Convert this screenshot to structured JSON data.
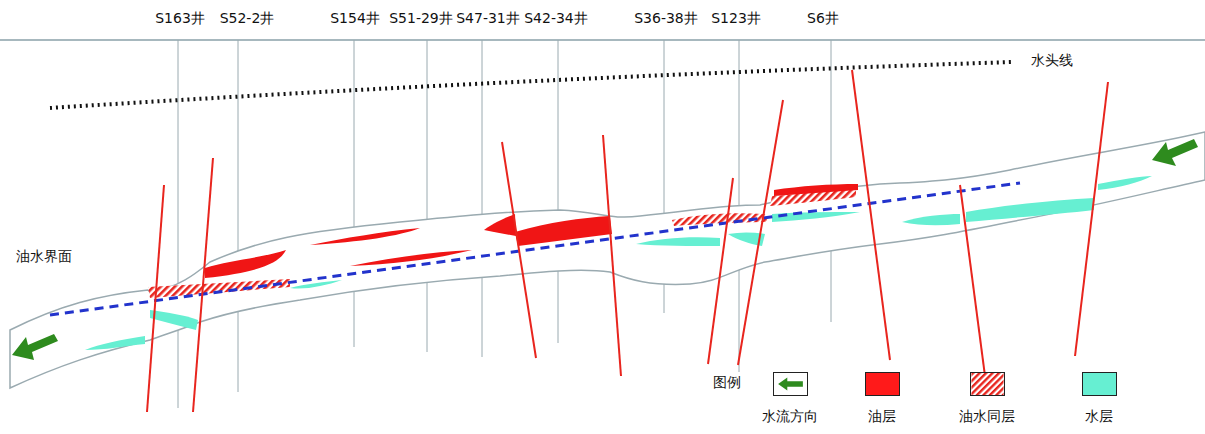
{
  "diagram": {
    "labels": [
      "S163井",
      "S52-2井",
      "S154井",
      "S51-29井",
      "S47-31井",
      "S42-34井",
      "S36-38井",
      "S123井",
      "S6井",
      "水头线",
      "油水界面",
      "图例"
    ],
    "legend": [
      {
        "text": "水流方向"
      },
      {
        "text": "油层",
        "color": "#ff1a1a"
      },
      {
        "text": "油水同层"
      },
      {
        "text": "水层",
        "color": "#66efd2"
      }
    ]
  }
}
